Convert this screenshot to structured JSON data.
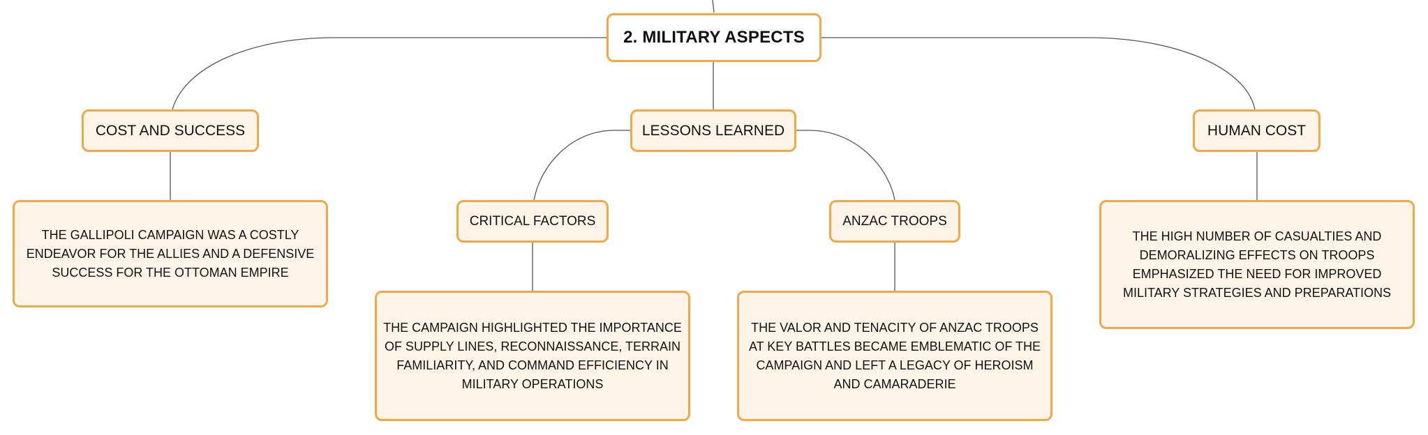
{
  "diagram": {
    "root": {
      "label": "2. MILITARY ASPECTS"
    },
    "branches": [
      {
        "label": "COST AND SUCCESS",
        "detail": "THE GALLIPOLI CAMPAIGN WAS A COSTLY ENDEAVOR FOR THE ALLIES AND A DEFENSIVE SUCCESS FOR THE OTTOMAN EMPIRE"
      },
      {
        "label": "LESSONS LEARNED",
        "children": [
          {
            "label": "CRITICAL FACTORS",
            "detail": "THE CAMPAIGN HIGHLIGHTED THE IMPORTANCE OF SUPPLY LINES, RECONNAISSANCE, TERRAIN FAMILIARITY, AND COMMAND EFFICIENCY IN MILITARY OPERATIONS"
          },
          {
            "label": "ANZAC TROOPS",
            "detail": "THE VALOR AND TENACITY OF ANZAC TROOPS AT KEY BATTLES BECAME EMBLEMATIC OF THE CAMPAIGN AND LEFT A LEGACY OF HEROISM AND CAMARADERIE"
          }
        ]
      },
      {
        "label": "HUMAN COST",
        "detail": "THE HIGH NUMBER OF CASUALTIES AND DEMORALIZING EFFECTS ON TROOPS EMPHASIZED THE NEED FOR IMPROVED MILITARY STRATEGIES AND PREPARATIONS"
      }
    ]
  },
  "colors": {
    "node_border": "#f0a848",
    "node_fill": "#fff4e8",
    "root_fill": "#ffffff",
    "connector": "#555555"
  }
}
